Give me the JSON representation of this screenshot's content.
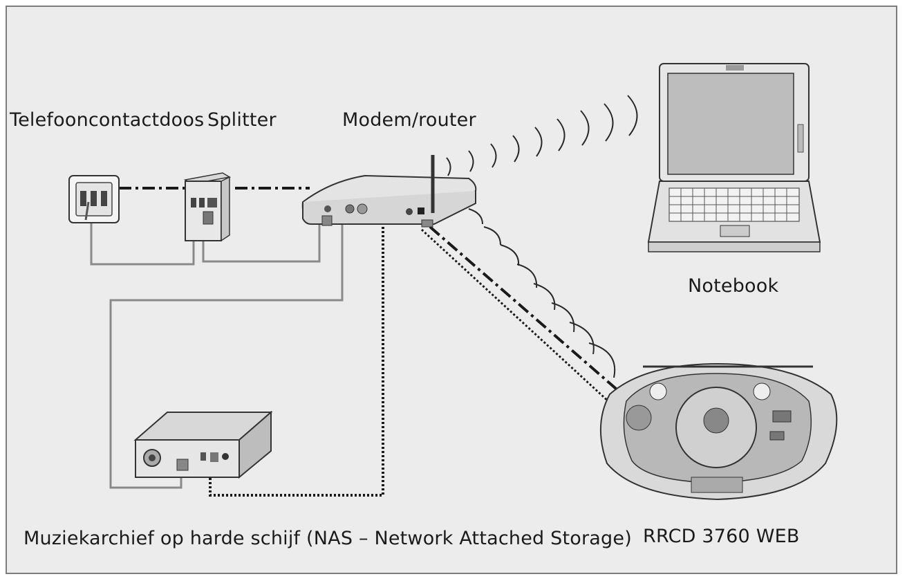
{
  "labels": {
    "telephone_socket": "Telefooncontactdoos",
    "splitter": "Splitter",
    "modem_router": "Modem/router",
    "notebook": "Notebook",
    "nas": "Muziekarchief op harde schijf (NAS – Network Attached Storage)",
    "radio": "RRCD 3760 WEB"
  },
  "colors": {
    "background": "#ececec",
    "border": "#7d7d7d",
    "device_fill": "#e6e6e6",
    "line": "#2a2a2a",
    "cable": "#8a8a8a"
  },
  "icons": [
    "telephone-socket-icon",
    "splitter-icon",
    "router-icon",
    "laptop-icon",
    "nas-drive-icon",
    "radio-icon",
    "wifi-signal-icon"
  ]
}
